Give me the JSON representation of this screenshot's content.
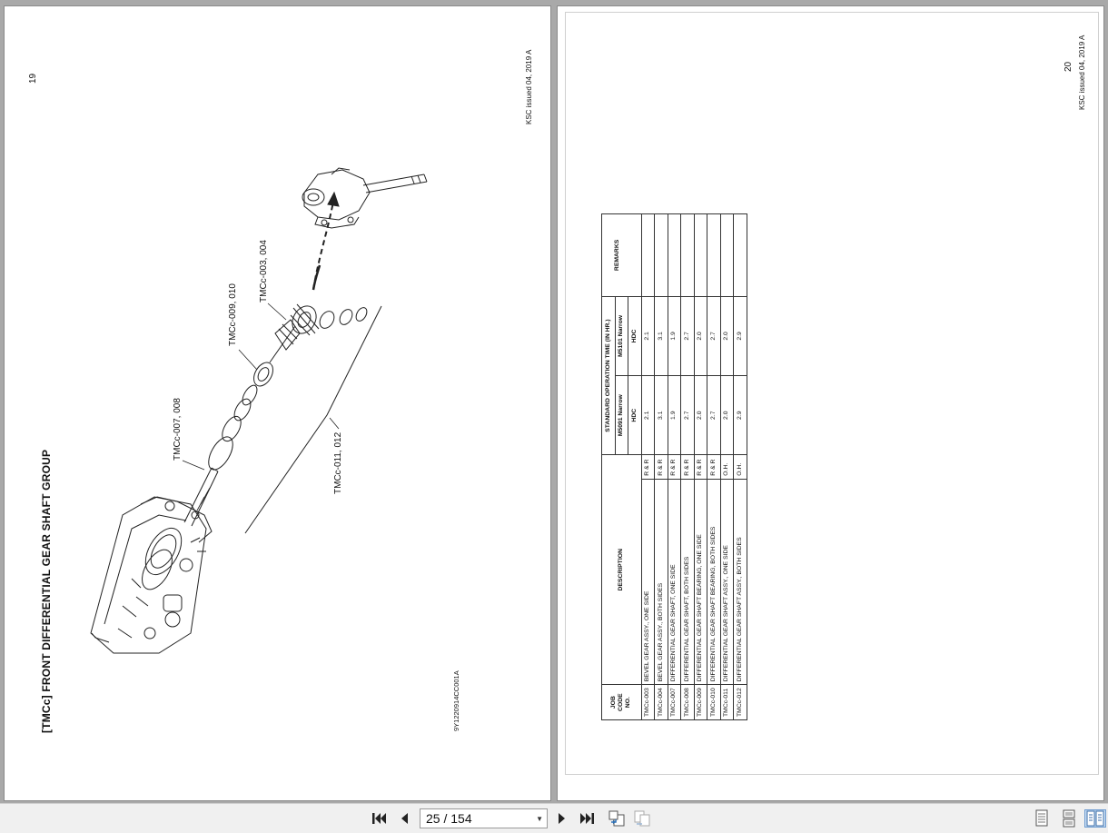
{
  "left_page": {
    "page_number": "19",
    "issue": "KSC issued 04, 2019 A",
    "title": "[TMCc]    FRONT DIFFERENTIAL GEAR SHAFT GROUP",
    "figure_code": "9Y1220914CC001A",
    "callouts": [
      {
        "label": "TMCc-003, 004"
      },
      {
        "label": "TMCc-009, 010"
      },
      {
        "label": "TMCc-007, 008"
      },
      {
        "label": "TMCc-011, 012"
      }
    ]
  },
  "right_page": {
    "page_number": "20",
    "issue": "KSC issued 04, 2019 A",
    "table": {
      "headers": {
        "job_code": "JOB CODE NO.",
        "description": "DESCRIPTION",
        "std_time": "STANDARD OPERATION TIME (IN HR.)",
        "model1": "M5091 Narrow",
        "model2": "M5101 Narrow",
        "hdc": "HDC",
        "remarks": "REMARKS"
      },
      "rows": [
        {
          "code": "TMCc-003",
          "desc": "BEVEL GEAR ASSY., ONE SIDE",
          "type": "R & R",
          "m1": "2.1",
          "m2": "2.1"
        },
        {
          "code": "TMCc-004",
          "desc": "BEVEL GEAR ASSY., BOTH SIDES",
          "type": "R & R",
          "m1": "3.1",
          "m2": "3.1"
        },
        {
          "code": "TMCc-007",
          "desc": "DIFFERENTIAL GEAR SHAFT, ONE SIDE",
          "type": "R & R",
          "m1": "1.9",
          "m2": "1.9"
        },
        {
          "code": "TMCc-008",
          "desc": "DIFFERENTIAL GEAR SHAFT, BOTH SIDES",
          "type": "R & R",
          "m1": "2.7",
          "m2": "2.7"
        },
        {
          "code": "TMCc-009",
          "desc": "DIFFERENTIAL GEAR SHAFT BEARING, ONE SIDE",
          "type": "R & R",
          "m1": "2.0",
          "m2": "2.0"
        },
        {
          "code": "TMCc-010",
          "desc": "DIFFERENTIAL GEAR SHAFT BEARING, BOTH SIDES",
          "type": "R & R",
          "m1": "2.7",
          "m2": "2.7"
        },
        {
          "code": "TMCc-011",
          "desc": "DIFFERENTIAL GEAR SHAFT ASSY., ONE SIDE",
          "type": "O.H.",
          "m1": "2.0",
          "m2": "2.0"
        },
        {
          "code": "TMCc-012",
          "desc": "DIFFERENTIAL GEAR SHAFT ASSY., BOTH SIDES",
          "type": "O.H.",
          "m1": "2.9",
          "m2": "2.9"
        }
      ]
    }
  },
  "toolbar": {
    "page_indicator": "25 / 154",
    "icons": [
      "first-page-icon",
      "previous-page-icon",
      "next-page-icon",
      "last-page-icon",
      "fit-page-icon",
      "two-page-icon",
      "single-page-view-icon",
      "continuous-view-icon",
      "facing-view-icon"
    ]
  }
}
